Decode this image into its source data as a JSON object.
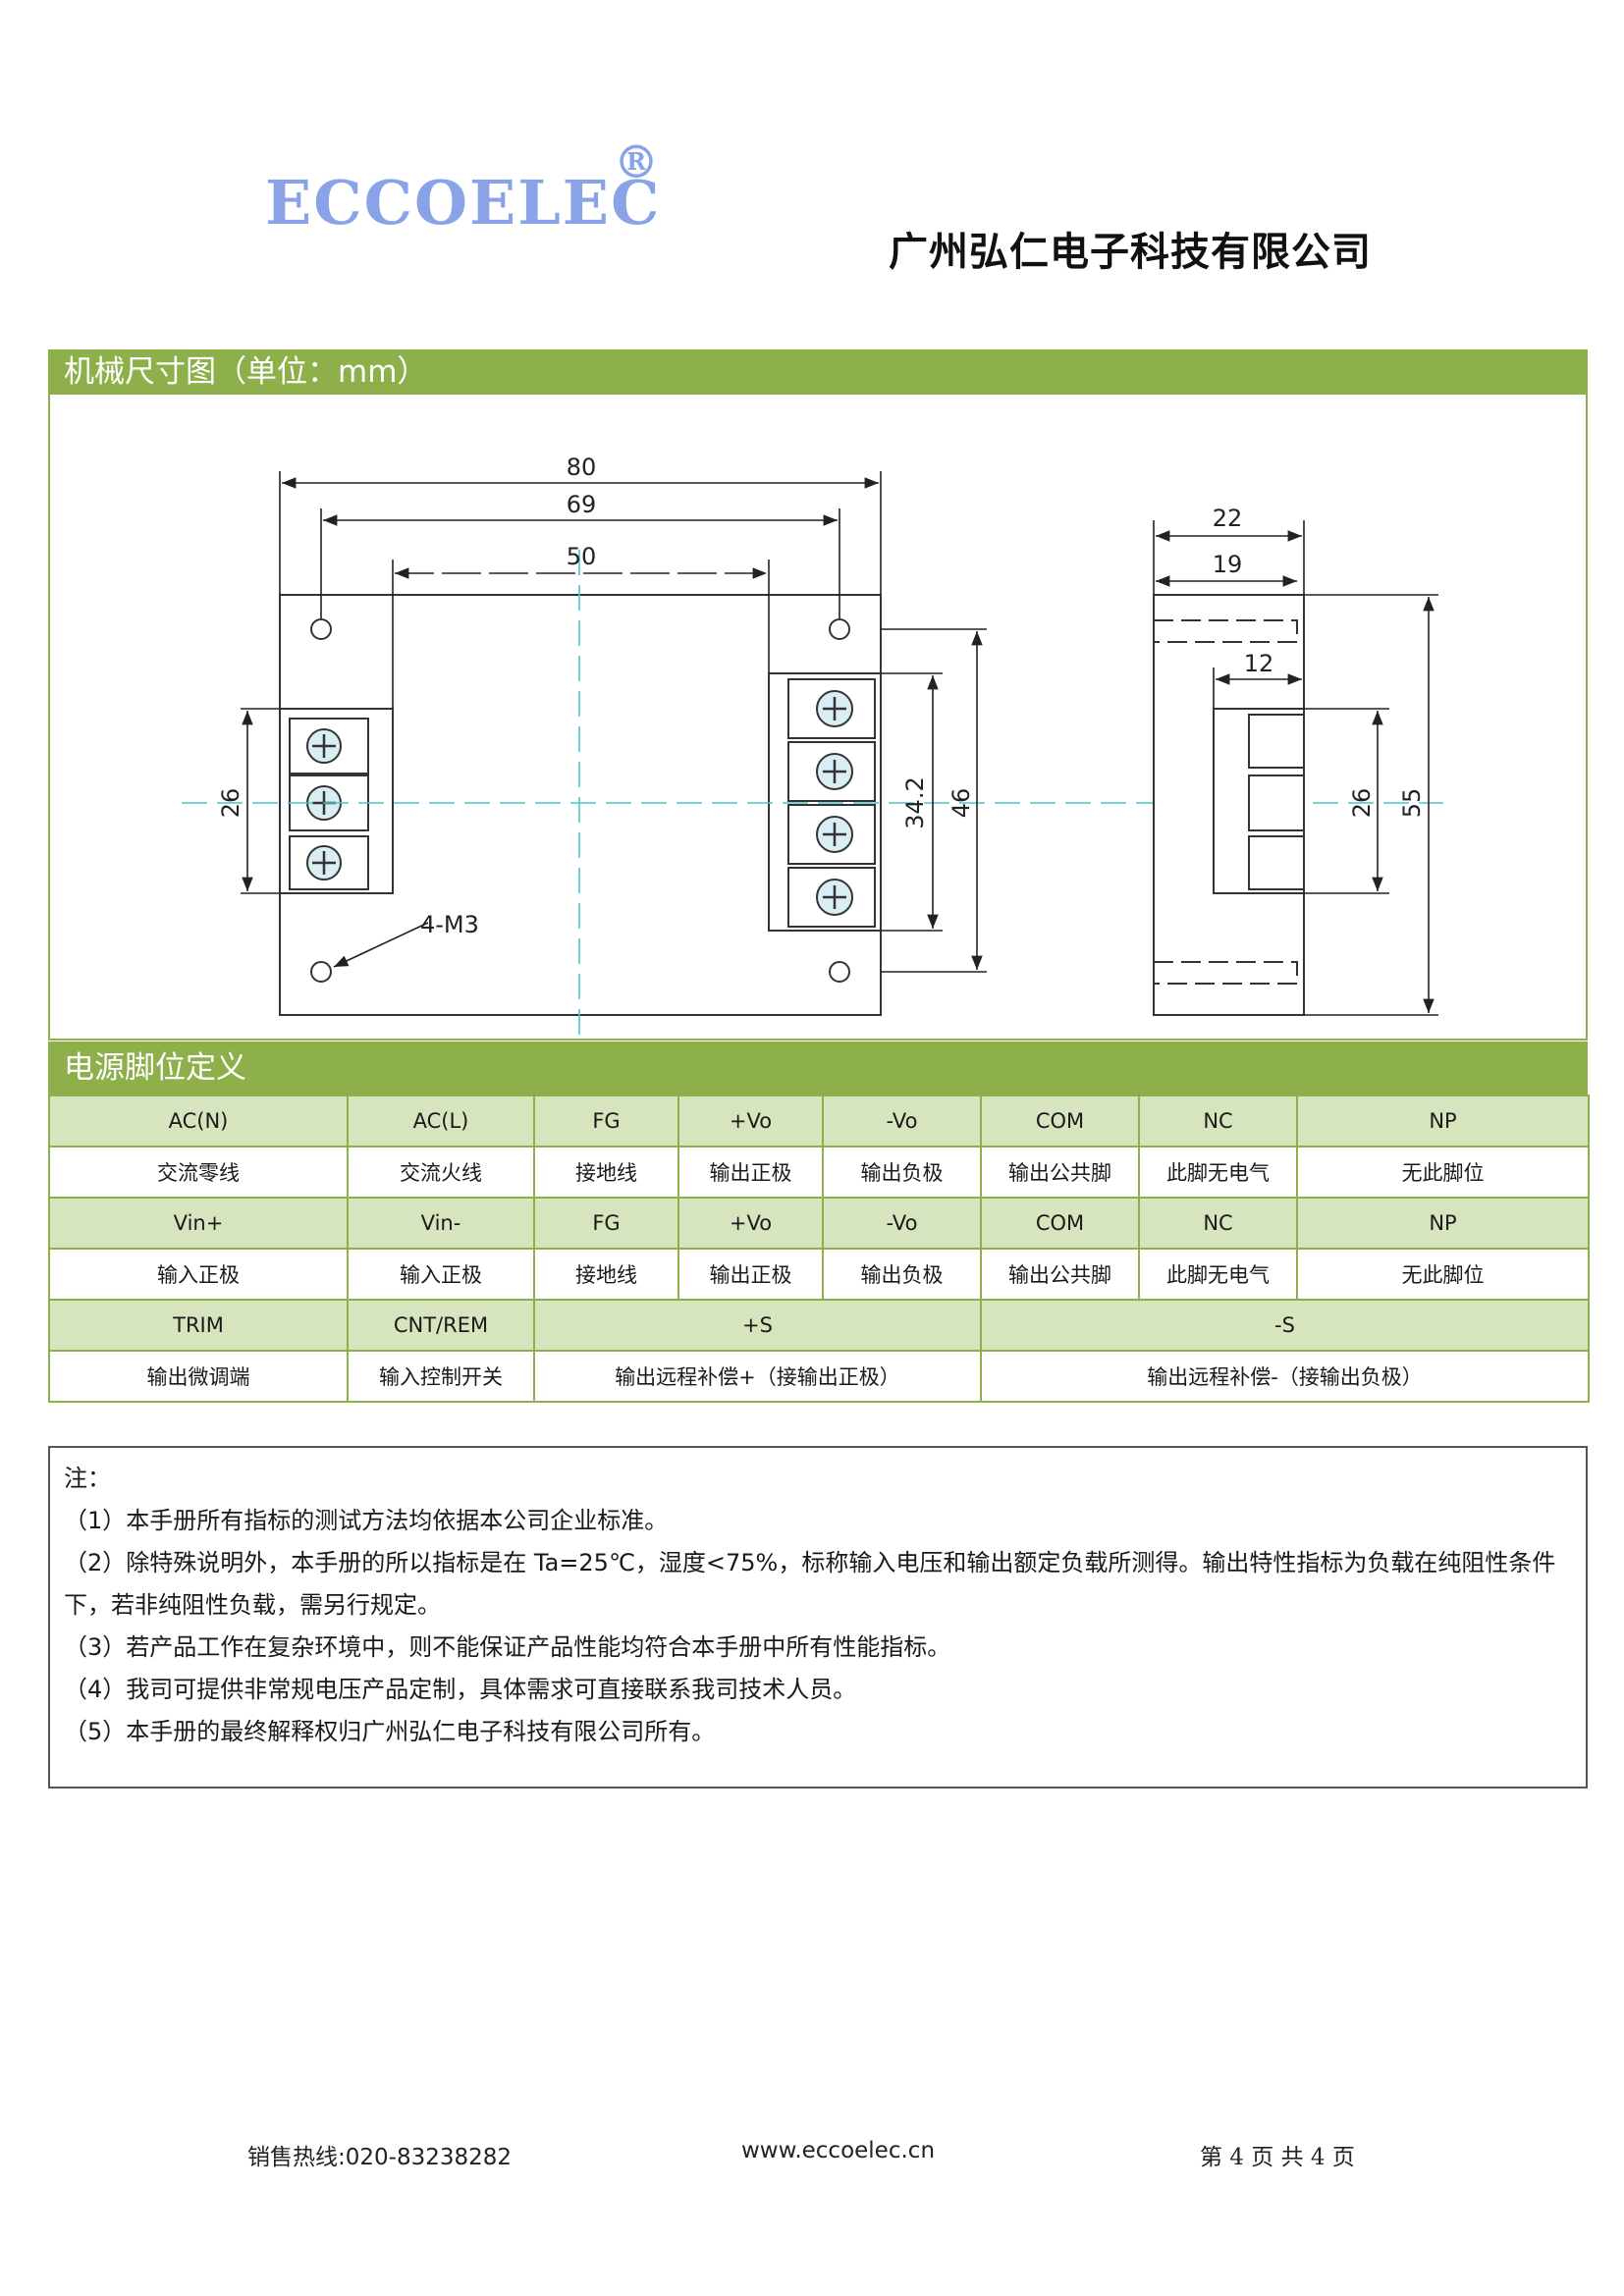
{
  "header": {
    "logo_text": "ECCOELEC",
    "logo_mark": "®",
    "company_name": "广州弘仁电子科技有限公司"
  },
  "mechanical": {
    "title": "机械尺寸图（单位：mm）",
    "dims": {
      "w80": "80",
      "w69": "69",
      "w50": "50",
      "d22": "22",
      "d19": "19",
      "d12": "12",
      "h26_left": "26",
      "h34": "34.2",
      "h46": "46",
      "h26_right": "26",
      "h55": "55",
      "screw": "4-M3"
    }
  },
  "pins": {
    "title": "电源脚位定义",
    "rows": [
      [
        "AC(N)",
        "AC(L)",
        "FG",
        "+Vo",
        "-Vo",
        "COM",
        "NC",
        "NP"
      ],
      [
        "交流零线",
        "交流火线",
        "接地线",
        "输出正极",
        "输出负极",
        "输出公共脚",
        "此脚无电气",
        "无此脚位"
      ],
      [
        "Vin+",
        "Vin-",
        "FG",
        "+Vo",
        "-Vo",
        "COM",
        "NC",
        "NP"
      ],
      [
        "输入正极",
        "输入正极",
        "接地线",
        "输出正极",
        "输出负极",
        "输出公共脚",
        "此脚无电气",
        "无此脚位"
      ],
      [
        "TRIM",
        "CNT/REM",
        "+S",
        "-S"
      ],
      [
        "输出微调端",
        "输入控制开关",
        "输出远程补偿+（接输出正极）",
        "输出远程补偿-（接输出负极）"
      ]
    ]
  },
  "notes": {
    "title": "注：",
    "items": [
      "（1）本手册所有指标的测试方法均依据本公司企业标准。",
      "（2）除特殊说明外，本手册的所以指标是在 Ta=25℃，湿度<75%，标称输入电压和输出额定负载所测得。输出特性指标为负载在纯阻性条件下，若非纯阻性负载，需另行规定。",
      "（3）若产品工作在复杂环境中，则不能保证产品性能均符合本手册中所有性能指标。",
      "（4）我司可提供非常规电压产品定制，具体需求可直接联系我司技术人员。",
      "（5）本手册的最终解释权归广州弘仁电子科技有限公司所有。"
    ]
  },
  "footer": {
    "hotline": "销售热线:020-83238282",
    "website": "www.eccoelec.cn",
    "page": "第 4 页 共 4 页"
  }
}
